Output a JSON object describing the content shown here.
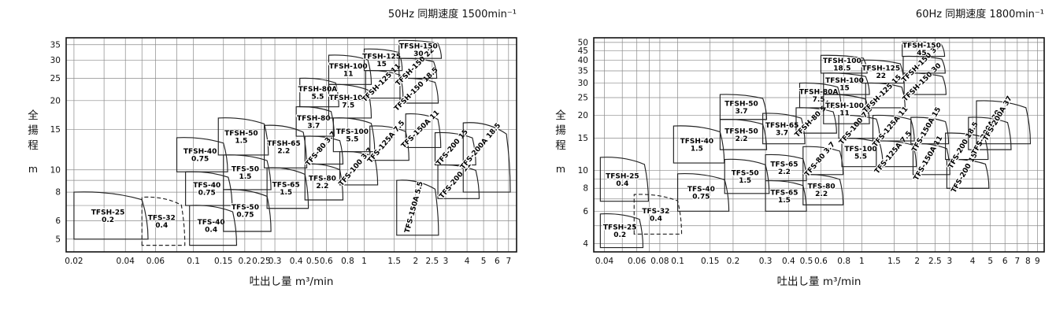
{
  "page": {
    "background": "#ffffff"
  },
  "colors": {
    "grid": "#8a8a8a",
    "line": "#222222",
    "text": "#111111",
    "label": "#000000"
  },
  "chart_data": [
    {
      "type": "region-map",
      "title": "50Hz 同期速度 1500min⁻¹",
      "ylabel": "全揚程",
      "ylabel_unit": "m",
      "xlabel": "吐出し量  m³/min",
      "x_range": [
        0.018,
        7.8
      ],
      "y_range": [
        4.4,
        37.5
      ],
      "x_ticks": [
        0.02,
        0.04,
        0.06,
        0.1,
        0.15,
        0.2,
        0.25,
        0.3,
        0.4,
        0.5,
        0.6,
        0.8,
        1,
        1.5,
        2,
        2.5,
        3,
        4,
        5,
        6,
        7
      ],
      "y_ticks": [
        5,
        6,
        8,
        10,
        15,
        20,
        25,
        30,
        35
      ],
      "x_grid_extra": [
        0.03,
        0.05,
        0.08
      ],
      "y_grid_extra": [
        7,
        9
      ],
      "regions": [
        {
          "model": "TFSH-25",
          "kw": "0.2",
          "x": [
            0.02,
            0.05
          ],
          "y": [
            5,
            8
          ]
        },
        {
          "model": "TFS-32",
          "kw": "0.4",
          "x": [
            0.05,
            0.085
          ],
          "y": [
            4.7,
            7.6
          ],
          "dashed": true
        },
        {
          "model": "TFS-40",
          "kw": "0.4",
          "x": [
            0.095,
            0.17
          ],
          "y": [
            4.7,
            7
          ]
        },
        {
          "model": "TFS-40",
          "kw": "0.75",
          "x": [
            0.09,
            0.16
          ],
          "y": [
            7,
            9.8
          ]
        },
        {
          "model": "TFSH-40",
          "kw": "0.75",
          "x": [
            0.08,
            0.15
          ],
          "y": [
            9.8,
            13.8
          ]
        },
        {
          "model": "TFS-50",
          "kw": "0.75",
          "x": [
            0.15,
            0.27
          ],
          "y": [
            5.4,
            8.2
          ]
        },
        {
          "model": "TFS-50",
          "kw": "1.5",
          "x": [
            0.15,
            0.27
          ],
          "y": [
            8.2,
            11.6
          ]
        },
        {
          "model": "TFSH-50",
          "kw": "1.5",
          "x": [
            0.14,
            0.26
          ],
          "y": [
            11.6,
            16.8
          ]
        },
        {
          "model": "TFS-65",
          "kw": "1.5",
          "x": [
            0.27,
            0.45
          ],
          "y": [
            6.8,
            10.2
          ]
        },
        {
          "model": "TFSH-65",
          "kw": "2.2",
          "x": [
            0.26,
            0.44
          ],
          "y": [
            10.2,
            15.6
          ]
        },
        {
          "model": "TFS-80",
          "kw": "2.2",
          "x": [
            0.45,
            0.72
          ],
          "y": [
            7.4,
            10.6
          ]
        },
        {
          "model": "TFS-80",
          "kw": "3.7",
          "x": [
            0.45,
            0.72
          ],
          "y": [
            10.6,
            14
          ],
          "rot": -50
        },
        {
          "model": "TFSH-80",
          "kw": "3.7",
          "x": [
            0.4,
            0.64
          ],
          "y": [
            14,
            18.8
          ]
        },
        {
          "model": "TFSH-80A",
          "kw": "5.5",
          "x": [
            0.42,
            0.68
          ],
          "y": [
            18.8,
            25
          ]
        },
        {
          "model": "TFS-100",
          "kw": "3.7",
          "x": [
            0.72,
            1.15
          ],
          "y": [
            8.6,
            12
          ],
          "rot": -50
        },
        {
          "model": "TFS-100",
          "kw": "5.5",
          "x": [
            0.66,
            1.1
          ],
          "y": [
            12,
            16.8
          ]
        },
        {
          "model": "TFSH-100",
          "kw": "7.5",
          "x": [
            0.62,
            1.05
          ],
          "y": [
            16.8,
            23.5
          ]
        },
        {
          "model": "TFSH-100",
          "kw": "11",
          "x": [
            0.62,
            1.05
          ],
          "y": [
            23.5,
            31.5
          ]
        },
        {
          "model": "TFSH-125",
          "kw": "11",
          "x": [
            1.02,
            1.62
          ],
          "y": [
            20.5,
            27
          ],
          "rot": -45
        },
        {
          "model": "TFSH-125",
          "kw": "15",
          "x": [
            1.0,
            1.6
          ],
          "y": [
            27,
            33.5
          ]
        },
        {
          "model": "TFSH-150",
          "kw": "18.5",
          "x": [
            1.62,
            2.6
          ],
          "y": [
            19.5,
            25
          ],
          "rot": -45
        },
        {
          "model": "TFSH-150",
          "kw": "22",
          "x": [
            1.6,
            2.55
          ],
          "y": [
            25,
            30.5
          ],
          "rot": -45
        },
        {
          "model": "TFSH-150",
          "kw": "30",
          "x": [
            1.6,
            2.7
          ],
          "y": [
            30.5,
            36.5
          ]
        },
        {
          "model": "TFS-125A",
          "kw": "7.5",
          "x": [
            1.08,
            1.75
          ],
          "y": [
            11,
            15.5
          ],
          "rot": -50
        },
        {
          "model": "TFS-150A",
          "kw": "11",
          "x": [
            1.75,
            2.7
          ],
          "y": [
            12.5,
            17.5
          ],
          "rot": -45
        },
        {
          "model": "TFS-150A",
          "kw": "5.5",
          "x": [
            1.55,
            2.6
          ],
          "y": [
            5.2,
            9
          ],
          "rot": -75
        },
        {
          "model": "TFS-200",
          "kw": "15",
          "x": [
            2.6,
            4.3
          ],
          "y": [
            10.5,
            14.5
          ],
          "rot": -50
        },
        {
          "model": "TFS-200",
          "kw": "11",
          "x": [
            2.7,
            4.5
          ],
          "y": [
            7.5,
            10.5
          ],
          "rot": -50
        },
        {
          "model": "TFS-200A",
          "kw": "18.5",
          "x": [
            3.8,
            6.8
          ],
          "y": [
            8,
            16
          ],
          "rot": -50,
          "label": [
            4.9,
            12.5
          ]
        }
      ]
    },
    {
      "type": "region-map",
      "title": "60Hz 同期速度 1800min⁻¹",
      "ylabel": "全揚程",
      "ylabel_unit": "m",
      "xlabel": "吐出し量  m³/min",
      "x_range": [
        0.035,
        9.8
      ],
      "y_range": [
        3.6,
        53
      ],
      "x_ticks": [
        0.04,
        0.06,
        0.08,
        0.1,
        0.15,
        0.2,
        0.3,
        0.4,
        0.5,
        0.6,
        0.8,
        1,
        1.5,
        2,
        2.5,
        3,
        4,
        5,
        6,
        7,
        8,
        9
      ],
      "y_ticks": [
        4,
        6,
        8,
        10,
        15,
        20,
        25,
        30,
        35,
        40,
        45,
        50
      ],
      "x_grid_extra": [
        0.05,
        0.07
      ],
      "y_grid_extra": [
        5,
        7,
        9
      ],
      "regions": [
        {
          "model": "TFSH-25",
          "kw": "0.4",
          "x": [
            0.038,
            0.066
          ],
          "y": [
            6.8,
            11.8
          ]
        },
        {
          "model": "TFSH-25",
          "kw": "0.2",
          "x": [
            0.038,
            0.062
          ],
          "y": [
            3.8,
            5.8
          ]
        },
        {
          "model": "TFS-32",
          "kw": "0.4",
          "x": [
            0.058,
            0.1
          ],
          "y": [
            4.5,
            7.4
          ],
          "dashed": true
        },
        {
          "model": "TFS-40",
          "kw": "0.75",
          "x": [
            0.1,
            0.18
          ],
          "y": [
            6,
            9.6
          ]
        },
        {
          "model": "TFSH-40",
          "kw": "1.5",
          "x": [
            0.095,
            0.17
          ],
          "y": [
            11,
            17.5
          ]
        },
        {
          "model": "TFS-50",
          "kw": "1.5",
          "x": [
            0.18,
            0.3
          ],
          "y": [
            7.5,
            11.5
          ]
        },
        {
          "model": "TFSH-50",
          "kw": "2.2",
          "x": [
            0.17,
            0.29
          ],
          "y": [
            13,
            19
          ]
        },
        {
          "model": "TFSH-50",
          "kw": "3.7",
          "x": [
            0.17,
            0.29
          ],
          "y": [
            19,
            26
          ]
        },
        {
          "model": "TFS-65",
          "kw": "1.5",
          "x": [
            0.3,
            0.48
          ],
          "y": [
            6,
            8.8
          ]
        },
        {
          "model": "TFS-65",
          "kw": "2.2",
          "x": [
            0.3,
            0.48
          ],
          "y": [
            8.8,
            12.2
          ]
        },
        {
          "model": "TFSH-65",
          "kw": "3.7",
          "x": [
            0.29,
            0.47
          ],
          "y": [
            14,
            20.5
          ]
        },
        {
          "model": "TFS-80",
          "kw": "2.2",
          "x": [
            0.48,
            0.76
          ],
          "y": [
            6.5,
            9.5
          ]
        },
        {
          "model": "TFS-80",
          "kw": "3.7",
          "x": [
            0.48,
            0.76
          ],
          "y": [
            9.5,
            13.5
          ],
          "rot": -50
        },
        {
          "model": "TFSH-80",
          "kw": "5.5",
          "x": [
            0.44,
            0.7
          ],
          "y": [
            16,
            22
          ],
          "rot": -45
        },
        {
          "model": "TFSH-80A",
          "kw": "7.5",
          "x": [
            0.46,
            0.74
          ],
          "y": [
            22,
            30
          ]
        },
        {
          "model": "TFS-100",
          "kw": "5.5",
          "x": [
            0.78,
            1.25
          ],
          "y": [
            10.5,
            15
          ]
        },
        {
          "model": "TFS-100",
          "kw": "7.5",
          "x": [
            0.75,
            1.2
          ],
          "y": [
            15,
            20
          ],
          "rot": -50
        },
        {
          "model": "TFSH-100",
          "kw": "11",
          "x": [
            0.62,
            1.05
          ],
          "y": [
            18,
            26
          ]
        },
        {
          "model": "TFSH-100",
          "kw": "15",
          "x": [
            0.62,
            1.05
          ],
          "y": [
            26,
            34
          ]
        },
        {
          "model": "TFSH-100",
          "kw": "18.5",
          "x": [
            0.6,
            1.02
          ],
          "y": [
            34,
            42.5
          ]
        },
        {
          "model": "TFSH-125",
          "kw": "15",
          "x": [
            1.05,
            1.65
          ],
          "y": [
            22,
            30
          ],
          "rot": -45
        },
        {
          "model": "TFSH-125",
          "kw": "22",
          "x": [
            1.0,
            1.62
          ],
          "y": [
            30,
            40
          ]
        },
        {
          "model": "TFS-125A",
          "kw": "7.5",
          "x": [
            1.2,
            1.9
          ],
          "y": [
            10.5,
            14.5
          ],
          "rot": -50
        },
        {
          "model": "TFS-125A",
          "kw": "11",
          "x": [
            1.15,
            1.85
          ],
          "y": [
            14.5,
            20
          ],
          "rot": -50
        },
        {
          "model": "TFSH-150",
          "kw": "30",
          "x": [
            1.7,
            2.75
          ],
          "y": [
            26,
            34
          ],
          "rot": -45
        },
        {
          "model": "TFSH-150",
          "kw": "37",
          "x": [
            1.68,
            2.72
          ],
          "y": [
            34,
            42
          ],
          "rot": -45
        },
        {
          "model": "TFSH-150",
          "kw": "45",
          "x": [
            1.66,
            2.7
          ],
          "y": [
            42,
            50.5
          ]
        },
        {
          "model": "TFS-150A",
          "kw": "11",
          "x": [
            1.9,
            2.9
          ],
          "y": [
            9.5,
            14
          ],
          "rot": -60
        },
        {
          "model": "TFS-150A",
          "kw": "15",
          "x": [
            1.85,
            2.85
          ],
          "y": [
            14,
            19.5
          ],
          "rot": -60
        },
        {
          "model": "TFS-200",
          "kw": "15",
          "x": [
            2.9,
            4.7
          ],
          "y": [
            8,
            11.5
          ],
          "rot": -60
        },
        {
          "model": "TFS-200",
          "kw": "18.5",
          "x": [
            2.85,
            4.65
          ],
          "y": [
            11.5,
            16
          ],
          "rot": -60
        },
        {
          "model": "TFS-200A",
          "kw": "30",
          "x": [
            3.8,
            6.2
          ],
          "y": [
            13,
            19.5
          ],
          "rot": -60
        },
        {
          "model": "TFS-200A",
          "kw": "37",
          "x": [
            4.2,
            7.8
          ],
          "y": [
            14,
            24
          ],
          "rot": -60,
          "label": [
            5.6,
            19
          ]
        }
      ]
    }
  ]
}
